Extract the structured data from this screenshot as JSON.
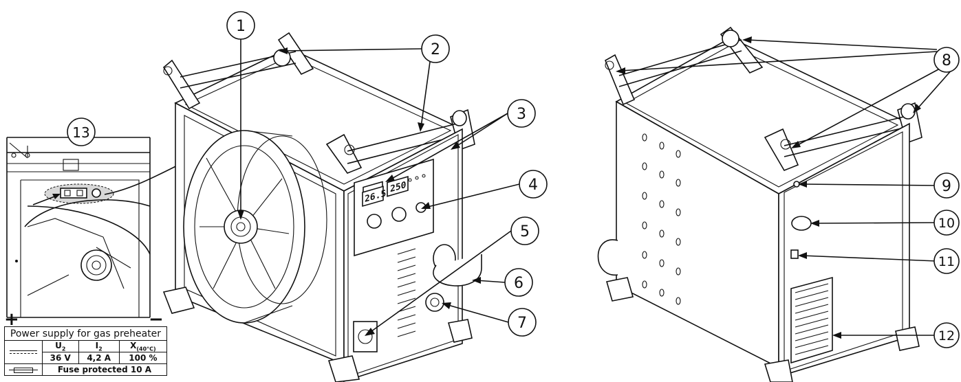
{
  "callouts": {
    "c1": "1",
    "c2": "2",
    "c3": "3",
    "c4": "4",
    "c5": "5",
    "c6": "6",
    "c7": "7",
    "c8": "8",
    "c9": "9",
    "c10": "10",
    "c11": "11",
    "c12": "12",
    "c13": "13"
  },
  "display": {
    "left": "26.5",
    "right": "250"
  },
  "polarity": {
    "plus": "+",
    "minus": "−"
  },
  "spec_table": {
    "title": "Power supply for gas preheater",
    "headers": {
      "u": "U",
      "u_sub": "2",
      "i": "I",
      "i_sub": "2",
      "x": "X",
      "x_sub": "(40°C)"
    },
    "values": {
      "u": "36 V",
      "i": "4,2 A",
      "x": "100 %"
    },
    "fuse_text": "Fuse protected 10 A"
  },
  "colors": {
    "ink": "#111111",
    "background": "#ffffff",
    "inset_highlight": "#d8d8d8"
  }
}
